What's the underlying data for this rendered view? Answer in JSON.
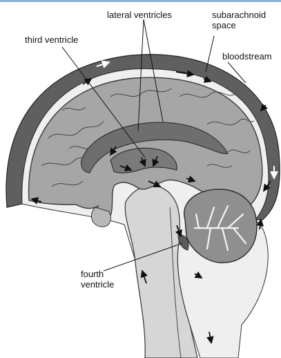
{
  "labels": {
    "lateral_ventricles": "lateral ventricles",
    "subarachnoid_line1": "subarachnoid",
    "subarachnoid_line2": "space",
    "third_ventricle": "third ventricle",
    "bloodstream": "bloodstream",
    "fourth_line1": "fourth",
    "fourth_line2": "ventricle"
  },
  "colors": {
    "skull": "#5f5f5f",
    "csf_space": "#eeeeee",
    "brain": "#a6a6a6",
    "brain_outline": "#3a3a3a",
    "ventricle": "#6e6e6e",
    "brainstem": "#d6d6d6",
    "cerebellum": "#8f8f8f",
    "accent": "#8fb0d8"
  }
}
